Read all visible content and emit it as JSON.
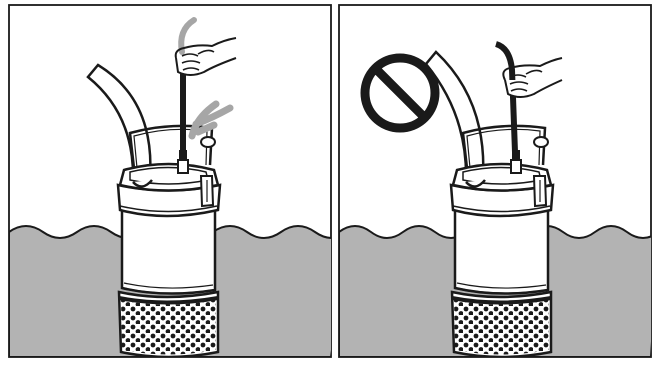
{
  "figure": {
    "panels": [
      {
        "id": "left",
        "state": "correct",
        "lift_indicator": "lifting-motion-arrow"
      },
      {
        "id": "right",
        "state": "prohibited",
        "symbol": "prohibition-icon"
      }
    ],
    "colors": {
      "stroke": "#1a1a1a",
      "water": "#b3b3b3",
      "motion_gray": "#a6a6a6",
      "panel_bg": "#ffffff",
      "symbol_fill": "#ffffff"
    }
  }
}
